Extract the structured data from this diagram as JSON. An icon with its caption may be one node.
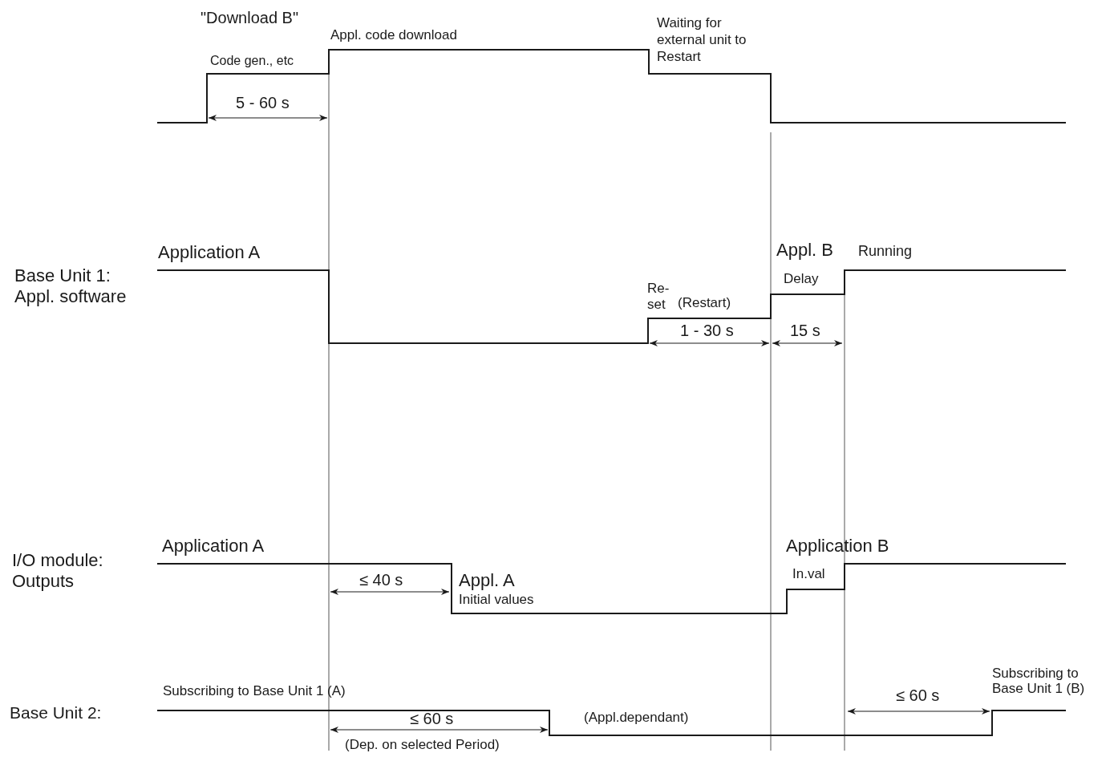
{
  "diagram": {
    "labels": [
      "\"Download B\"",
      "Appl. code download",
      "Waiting for external unit to Restart",
      "Code gen., etc",
      "5 - 60 s",
      "Application A",
      "Appl. B",
      "Running",
      "Base Unit 1: Appl. software",
      "Delay",
      "Re- set",
      "(Restart)",
      "1 - 30 s",
      "15 s",
      "Application A",
      "Application B",
      "I/O module: Outputs",
      "≤ 40 s",
      "Appl. A",
      "In.val",
      "Initial values",
      "Subscribing to Base Unit 1 (B)",
      "Base Unit 2:",
      "Subscribing to Base Unit 1 (A)",
      "≤ 60 s",
      "≤ 60 s",
      "(Appl.dependant)",
      "(Dep. on selected Period)"
    ]
  }
}
